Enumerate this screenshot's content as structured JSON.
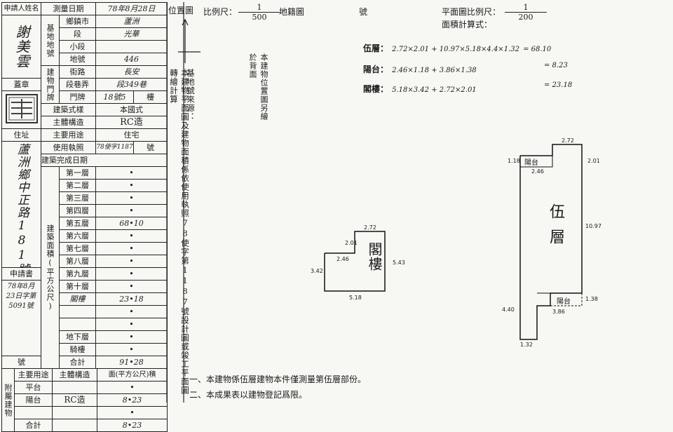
{
  "form": {
    "applicant_label": "申請人姓名",
    "applicant_name": "謝美雲",
    "seal_label": "蓋章",
    "address_label": "住址",
    "address_value": "蘆洲鄉中正路181號",
    "application_label": "申請書",
    "application_no": "78年8月23日字第5091號",
    "survey_date_label": "測量日期",
    "survey_date_value": "78年8月28日",
    "building_lot_label": "基地地號",
    "town_label": "鄉鎮市",
    "town_value": "蘆洲",
    "section_label": "段",
    "section_value": "光華",
    "subsection_label": "小段",
    "subsection_value": "",
    "lot_label": "地號",
    "lot_value": "446",
    "door_label": "建物門牌",
    "street_label": "街路",
    "street_value": "長安",
    "lane_label": "段巷弄",
    "lane_value": "段349巷",
    "number_label": "門牌",
    "number_value": "18號5",
    "number_suffix": "樓",
    "style_label": "建築式樣",
    "style_value": "本國式",
    "structure_label": "主體構造",
    "structure_value": "RC造",
    "usage_label": "主要用途",
    "usage_value": "住宅",
    "permit_label": "使用執照",
    "permit_value": "78使字1187",
    "permit_suffix": "號",
    "completion_label": "建築完成日期",
    "area_group_label": "建築面積(平方公尺)",
    "floors": [
      {
        "name": "第一層",
        "value": "•"
      },
      {
        "name": "第二層",
        "value": "•"
      },
      {
        "name": "第三層",
        "value": "•"
      },
      {
        "name": "第四層",
        "value": "•"
      },
      {
        "name": "第五層",
        "value": "68•10"
      },
      {
        "name": "第六層",
        "value": "•"
      },
      {
        "name": "第七層",
        "value": "•"
      },
      {
        "name": "第八層",
        "value": "•"
      },
      {
        "name": "第九層",
        "value": "•"
      },
      {
        "name": "第十層",
        "value": "•"
      },
      {
        "name": "閣樓",
        "value": "23•18"
      },
      {
        "name": "",
        "value": "•"
      },
      {
        "name": "",
        "value": "•"
      },
      {
        "name": "地下層",
        "value": "•"
      },
      {
        "name": "騎樓",
        "value": "•"
      }
    ],
    "total_label": "合計",
    "total_value": "91•28",
    "accessory_label": "附屬建物",
    "acc_headers": [
      "主要用途",
      "主體構造",
      "面(平方公尺)積"
    ],
    "acc_rows": [
      {
        "use": "平台",
        "struct": "",
        "area": "•"
      },
      {
        "use": "陽台",
        "struct": "RC造",
        "area": "8•23"
      },
      {
        "use": "",
        "struct": "",
        "area": "•"
      },
      {
        "use": "合計",
        "struct": "",
        "area": "8•23"
      }
    ],
    "number_row_label": "號"
  },
  "middle": {
    "location_label": "位置圖",
    "source_text": "基地號來源：",
    "statement": "本建物平面圖及建物面積係依使用執照78使字第1187號設計圖或竣工平面圖轉繪計算",
    "location_plan_note": "本建物位置圖另繪於背面"
  },
  "header": {
    "scale_label": "比例尺：",
    "scale_num": "1",
    "scale_den": "500",
    "cadastral_label": "地籍圖",
    "number_label": "號",
    "plan_scale_label": "平面圖比例尺：",
    "plan_scale_num": "1",
    "plan_scale_den": "200",
    "area_calc_label": "面積計算式："
  },
  "calc": [
    {
      "label": "伍層：",
      "expr": "2.72×2.01 + 10.97×5.18×4.4×1.32",
      "result": "= 68.10"
    },
    {
      "label": "陽台：",
      "expr": "2.46×1.18 + 3.86×1.38",
      "result": "= 8.23"
    },
    {
      "label": "閣樓：",
      "expr": "5.18×3.42 + 2.72×2.01",
      "result": "= 23.18"
    }
  ],
  "plans": {
    "attic_label": "閣樓",
    "fifth_label": "伍層",
    "balcony_top": "陽台",
    "balcony_bottom": "陽台",
    "attic_dims": [
      "2.72",
      "2.01",
      "2.46",
      "3.42",
      "5.43",
      "5.18"
    ],
    "fifth_dims": [
      "2.72",
      "1.18",
      "2.01",
      "2.46",
      "10.97",
      "1.38",
      "4.40",
      "3.86",
      "1.32"
    ]
  },
  "footnotes": [
    "一、本建物係伍層建物本件僅測量第伍層部份。",
    "二、本成果表以建物登記爲限。"
  ]
}
